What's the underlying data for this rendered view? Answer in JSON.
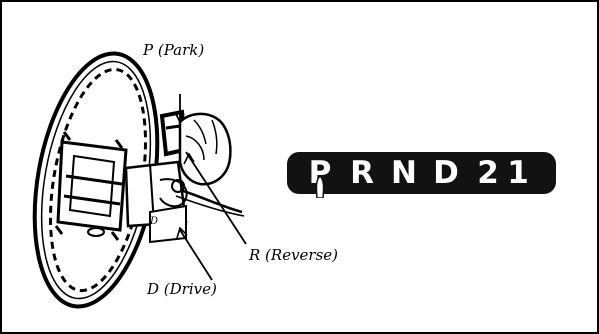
{
  "labels": {
    "park": "P (Park)",
    "reverse": "R (Reverse)",
    "drive": "D (Drive)"
  },
  "gear_indicator": {
    "gears": [
      "P",
      "R",
      "N",
      "D",
      "2",
      "1"
    ],
    "selected": "P"
  },
  "colors": {
    "ink": "#000000",
    "indicator_bg": "#121212",
    "indicator_text": "#ffffff",
    "background": "#ffffff"
  }
}
